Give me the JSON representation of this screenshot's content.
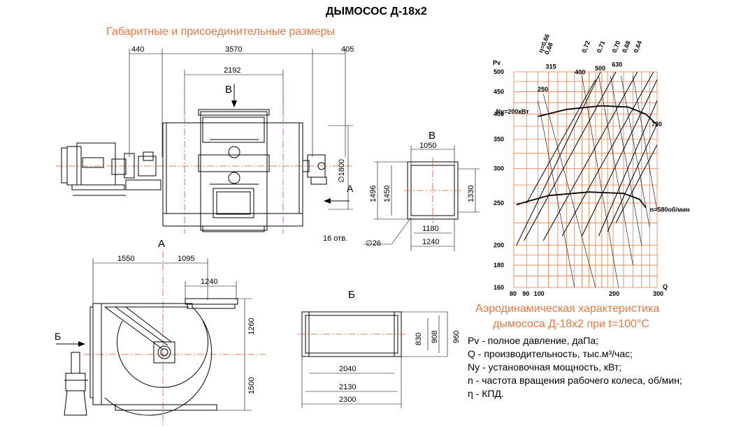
{
  "title": "ДЫМОСОС Д-18х2",
  "drawing_subtitle": "Габаритные и присоединительные размеры",
  "views": {
    "b_upper": "В",
    "a": "А",
    "b_small": "Б",
    "b_lower": "Б"
  },
  "dimensions": {
    "d440": "440",
    "d3570": "3570",
    "d405": "405",
    "d2192": "2192",
    "d1800": "∅1800",
    "d1050": "1050",
    "d1496": "1496",
    "d1450": "1450",
    "d1330": "1330",
    "d1180": "1180",
    "d1240b": "1240",
    "holes": "16  отв.",
    "d26": "∅26",
    "d1550": "1550",
    "d1095": "1095",
    "d1240": "1240",
    "d1260": "1260",
    "d1500": "1500",
    "d830": "830",
    "d908": "908",
    "d960": "960",
    "d2040": "2040",
    "d2130": "2130",
    "d2300": "2300"
  },
  "chart_caption": {
    "line1": "Аэродинамическая характеристика",
    "line2": "дымососа Д-18х2 при t=100°С"
  },
  "legend": [
    "Pv - полное давление, даПа;",
    "Q - производительность, тыс.м³/час;",
    "Ny - установочная мощность, кВт;",
    "n - частота вращения рабочего колеса, об/мин;",
    "η - КПД."
  ],
  "chart_data": {
    "type": "line",
    "xlabel": "Q",
    "ylabel": "Pv",
    "x_ticks": [
      "80",
      "90",
      "100",
      "200",
      "300"
    ],
    "y_ticks": [
      "160",
      "180",
      "200",
      "250",
      "300",
      "350",
      "400",
      "450",
      "500"
    ],
    "xlim": [
      80,
      300
    ],
    "ylim": [
      160,
      500
    ],
    "scale": "log",
    "series": [
      {
        "name": "Ny=200кВт",
        "points": [
          [
            100,
            395
          ],
          [
            130,
            410
          ],
          [
            180,
            418
          ],
          [
            230,
            415
          ],
          [
            270,
            400
          ],
          [
            300,
            378
          ]
        ]
      },
      {
        "name": "n=580об/мин",
        "points": [
          [
            82,
            248
          ],
          [
            110,
            260
          ],
          [
            160,
            265
          ],
          [
            220,
            263
          ],
          [
            255,
            255
          ],
          [
            270,
            244
          ]
        ]
      }
    ],
    "speed_labels": [
      "315",
      "250",
      "400",
      "500",
      "630",
      "730"
    ],
    "efficiency_labels": [
      "η=0,66",
      "0,68",
      "0,72",
      "0,71",
      "0,70",
      "0,68",
      "0,64"
    ]
  }
}
